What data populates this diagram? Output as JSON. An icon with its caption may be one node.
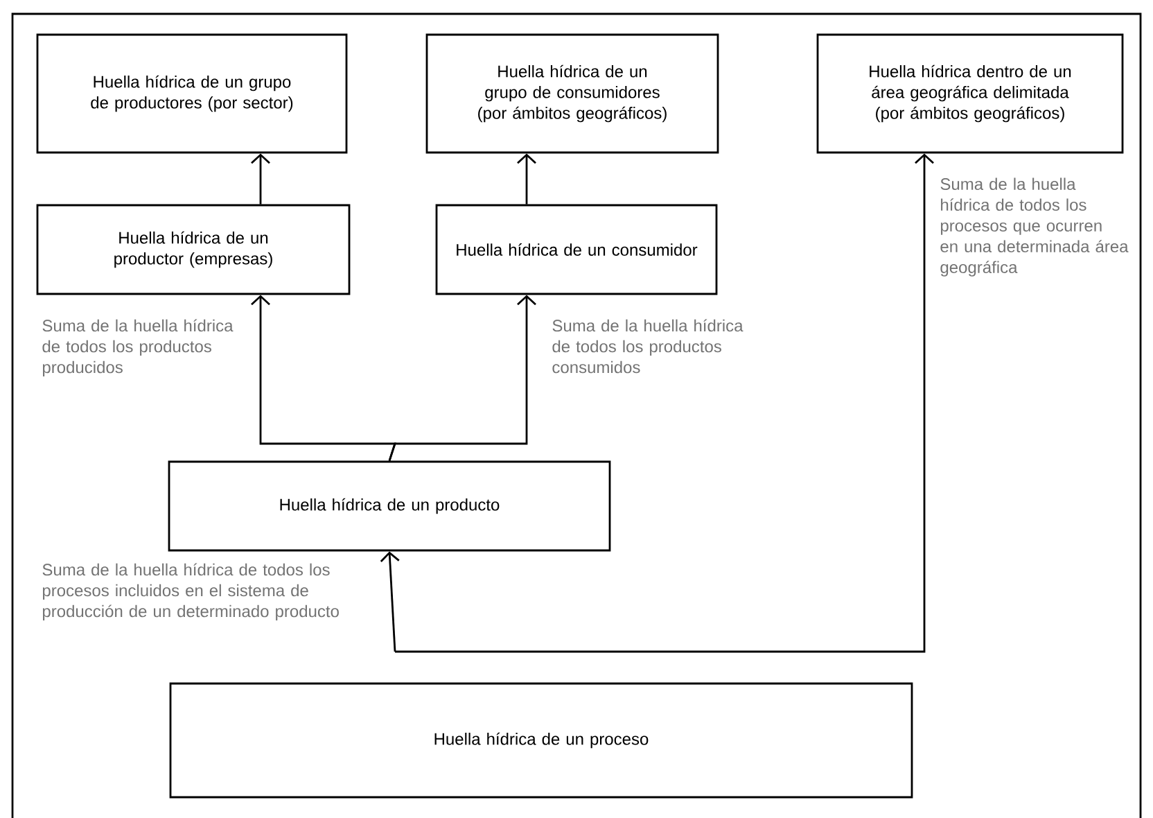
{
  "diagram": {
    "nodes": [
      {
        "text": [
          "Huella hídrica de un grupo de productores (por sector)"
        ]
      },
      {
        "text": [
          "Huella hídrica de un grupo de consumidores (por ámbitos geográficos)"
        ]
      },
      {
        "text": [
          "Huella hídrica dentro de un área geográfica delimitada (por ámbitos geográficos)"
        ],
        "beside": [
          "Suma de la huella hídrica de todos los procesos que ocurren en una determinada área geográfica"
        ]
      },
      {
        "text": [
          "Huella hídrica de un productor (empresas)"
        ],
        "beside": [
          "Suma de la huella hídrica de todos los productos producidos"
        ]
      },
      {
        "text": [
          "Huella hídrica de un consumidor"
        ],
        "beside": [
          "Suma de la huella hídrica de todos los productos consumidos"
        ]
      },
      {
        "text": [
          "Huella hídrica de un producto"
        ],
        "beside": [
          "Suma de la huella hídrica de todos los procesos incluidos en el sistema de producción de un determinado producto"
        ]
      },
      {
        "text": [
          "Huella hídrica de un proceso"
        ]
      }
    ],
    "edges": [
      {
        "from": 3,
        "to": 0,
        "arrow": "to"
      },
      {
        "from": 4,
        "to": 1,
        "arrow": "to"
      },
      {
        "from": 5,
        "to": 3,
        "arrow": "to"
      },
      {
        "from": 5,
        "to": 4,
        "arrow": "to"
      },
      {
        "from": 6,
        "to": 5,
        "arrow": "to"
      },
      {
        "from": 6,
        "to": 2,
        "arrow": "to"
      }
    ]
  }
}
